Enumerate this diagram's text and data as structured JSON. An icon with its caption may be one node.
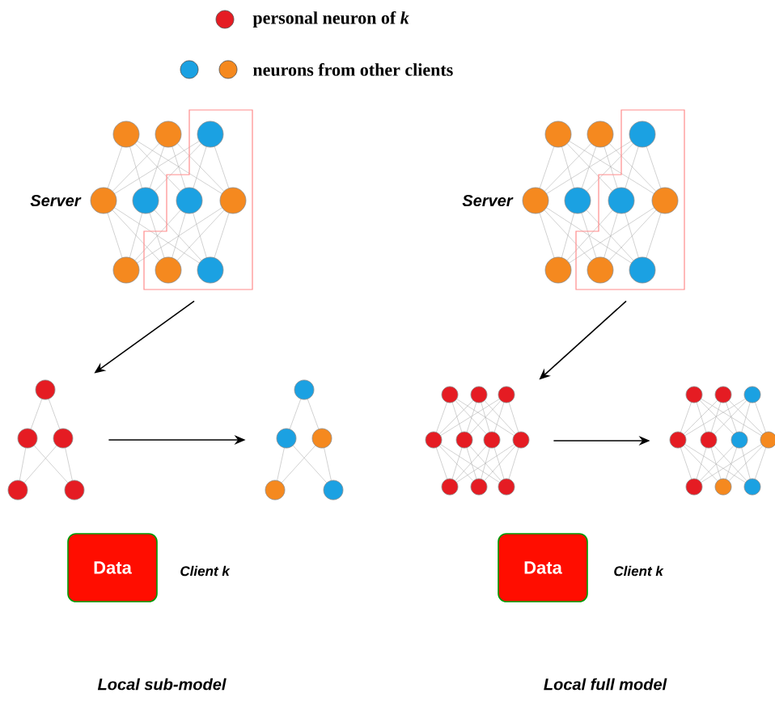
{
  "diagram": {
    "nodes": [
      {
        "text": [],
        "shape": "picture",
        "beside": [
          "Server"
        ]
      },
      {
        "text": [],
        "shape": "picture"
      },
      {
        "text": [],
        "shape": "picture"
      },
      {
        "text": [
          "Data"
        ],
        "beside": [
          "Client k"
        ]
      },
      {
        "text": [],
        "shape": "picture",
        "beside": [
          "Server"
        ]
      },
      {
        "text": [],
        "shape": "picture"
      },
      {
        "text": [],
        "shape": "picture"
      },
      {
        "text": [
          "Data"
        ],
        "beside": [
          "Client k"
        ]
      }
    ],
    "edges": [
      {
        "from": 0,
        "to": 1,
        "arrow": "to"
      },
      {
        "from": 1,
        "to": 2,
        "arrow": "to"
      },
      {
        "from": 4,
        "to": 5,
        "arrow": "to"
      },
      {
        "from": 5,
        "to": 6,
        "arrow": "to"
      }
    ],
    "labels": [
      "Local sub-model",
      "Local full model"
    ],
    "legend": [
      {
        "text": "personal neuron of *k*",
        "color": "#e51c23"
      },
      {
        "text": "neurons from other clients"
      }
    ]
  }
}
